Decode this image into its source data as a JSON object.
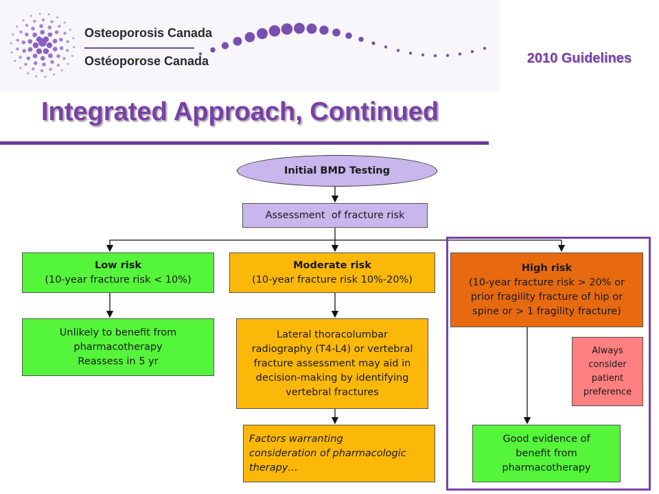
{
  "header": {
    "org_name_en": "Osteoporosis Canada",
    "org_name_fr": "Ostéoporose Canada",
    "guidelines": "2010 Guidelines",
    "title": "Integrated Approach, Continued"
  },
  "colors": {
    "accent_purple": "#7b3fa8",
    "low_risk_green": "#54f53a",
    "moderate_amber": "#fbb808",
    "high_orange": "#e76a10",
    "lavender": "#c8b6ec",
    "preference_pink": "#ff8080"
  },
  "flow": {
    "start": "Initial BMD Testing",
    "assessment": "Assessment  of fracture risk",
    "low": {
      "title": "Low risk",
      "detail": "(10-year fracture risk < 10%)",
      "outcome_lines": [
        "Unlikely to benefit from",
        "pharmacotherapy",
        "Reassess in 5 yr"
      ]
    },
    "moderate": {
      "title": "Moderate risk",
      "detail": "(10-year fracture risk 10%-20%)",
      "outcome_lines": [
        "Lateral thoracolumbar",
        "radiography (T4-L4) or vertebral",
        "fracture assessment may aid in",
        "decision-making by identifying",
        "vertebral fractures"
      ],
      "factors_lines": [
        "Factors warranting",
        "consideration of pharmacologic",
        "therapy…"
      ]
    },
    "high": {
      "title": "High risk",
      "detail_lines": [
        "(10-year fracture risk > 20% or",
        "prior fragility fracture of hip or",
        "spine or > 1 fragility fracture)"
      ],
      "outcome_lines": [
        "Good evidence of",
        "benefit from",
        "pharmacotherapy"
      ]
    },
    "preference_lines": [
      "Always",
      "consider",
      "patient",
      "preference"
    ]
  }
}
